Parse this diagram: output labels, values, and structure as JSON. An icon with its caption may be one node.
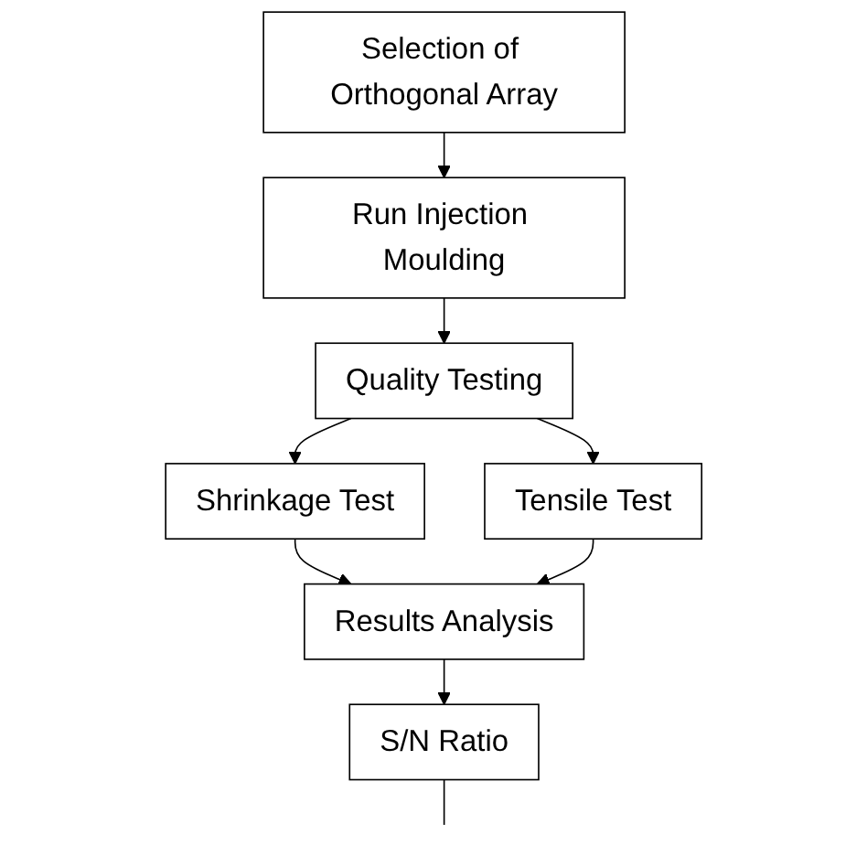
{
  "diagram": {
    "nodes": [
      {
        "text": [
          "Selection of Orthogonal Array"
        ]
      },
      {
        "text": [
          "Run Injection Moulding"
        ]
      },
      {
        "text": [
          "Quality Testing"
        ]
      },
      {
        "text": [
          "Shrinkage Test"
        ]
      },
      {
        "text": [
          "Tensile Test"
        ]
      },
      {
        "text": [
          "Results Analysis"
        ]
      },
      {
        "text": [
          "S/N Ratio"
        ]
      }
    ],
    "edges": [
      {
        "from": 0,
        "to": 1,
        "arrow": "to"
      },
      {
        "from": 1,
        "to": 2,
        "arrow": "to"
      },
      {
        "from": 2,
        "to": 3,
        "arrow": "to"
      },
      {
        "from": 2,
        "to": 4,
        "arrow": "to"
      },
      {
        "from": 3,
        "to": 5,
        "arrow": "to"
      },
      {
        "from": 4,
        "to": 5,
        "arrow": "to"
      },
      {
        "from": 5,
        "to": 6,
        "arrow": "to"
      },
      {
        "from": 6,
        "to": null,
        "arrow": "none"
      }
    ]
  }
}
